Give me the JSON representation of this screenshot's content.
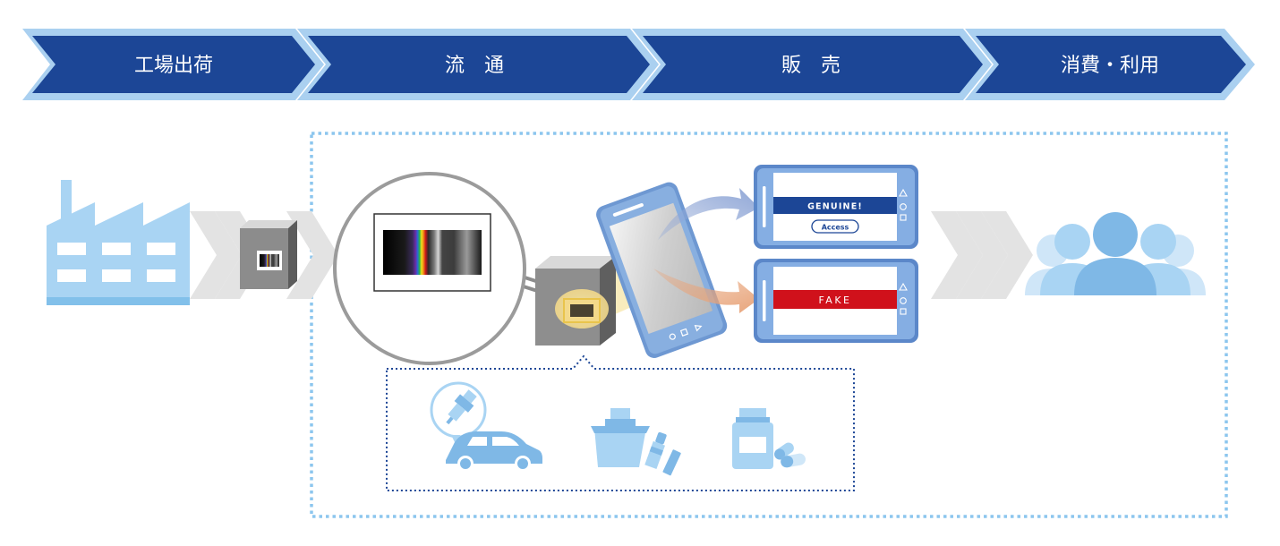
{
  "flow": {
    "stages": [
      {
        "label": "工場出荷"
      },
      {
        "label": "流　通"
      },
      {
        "label": "販　売"
      },
      {
        "label": "消費・利用"
      }
    ]
  },
  "phones": {
    "genuine": {
      "status": "GENUINE!",
      "button": "Access"
    },
    "fake": {
      "status": "FAKE"
    }
  },
  "colors": {
    "stage_fill": "#1c4696",
    "stage_outline": "#aad0f0",
    "genuine_band": "#1c4696",
    "fake_band": "#d0111b",
    "light_blue": "#a9d4f3",
    "icon_blue": "#7fb8e6",
    "dotted_border": "#8cc6ee",
    "chevron_gray": "#e3e3e3"
  },
  "icons": {
    "factory": "factory-icon",
    "tag_box": "tag-box-icon",
    "magnifier": "magnifier-icon",
    "smartphone": "smartphone-icon",
    "car": "car-with-spark-plug-icon",
    "cosmetics": "cosmetics-icon",
    "medicine": "medicine-icon",
    "consumers": "consumers-icon"
  }
}
